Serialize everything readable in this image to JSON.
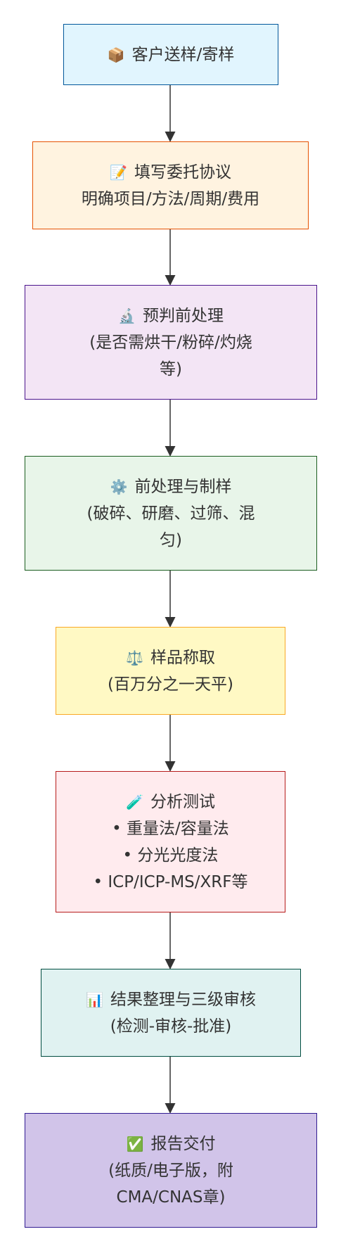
{
  "flow": {
    "steps": [
      {
        "icon": "package-icon",
        "glyph": "📦",
        "lines": [
          "客户送样/寄样"
        ],
        "fill": "#e1f5fe",
        "stroke": "#01579b"
      },
      {
        "icon": "memo-icon",
        "glyph": "📝",
        "lines": [
          "填写委托协议",
          "明确项目/方法/周期/费用"
        ],
        "fill": "#fff3e0",
        "stroke": "#e65100"
      },
      {
        "icon": "microscope-icon",
        "glyph": "🔬",
        "lines": [
          "预判前处理",
          "(是否需烘干/粉碎/灼烧",
          "等)"
        ],
        "fill": "#f3e5f5",
        "stroke": "#4a148c"
      },
      {
        "icon": "gear-icon",
        "glyph": "⚙️",
        "lines": [
          "前处理与制样",
          "(破碎、研磨、过筛、混",
          "匀)"
        ],
        "fill": "#e8f5e9",
        "stroke": "#1b5e20"
      },
      {
        "icon": "scales-icon",
        "glyph": "⚖️",
        "lines": [
          "样品称取",
          "(百万分之一天平)"
        ],
        "fill": "#fff9c4",
        "stroke": "#f9a825"
      },
      {
        "icon": "test-tube-icon",
        "glyph": "🧪",
        "lines": [
          "分析测试",
          "• 重量法/容量法",
          "• 分光光度法",
          "• ICP/ICP-MS/XRF等"
        ],
        "fill": "#ffebee",
        "stroke": "#b71c1c"
      },
      {
        "icon": "bar-chart-icon",
        "glyph": "📊",
        "lines": [
          "结果整理与三级审核",
          "(检测-审核-批准)"
        ],
        "fill": "#e0f2f1",
        "stroke": "#004d40"
      },
      {
        "icon": "check-mark-icon",
        "glyph": "✅",
        "lines": [
          "报告交付",
          "(纸质/电子版，附",
          "CMA/CNAS章)"
        ],
        "fill": "#d1c4e9",
        "stroke": "#311b92"
      }
    ]
  }
}
